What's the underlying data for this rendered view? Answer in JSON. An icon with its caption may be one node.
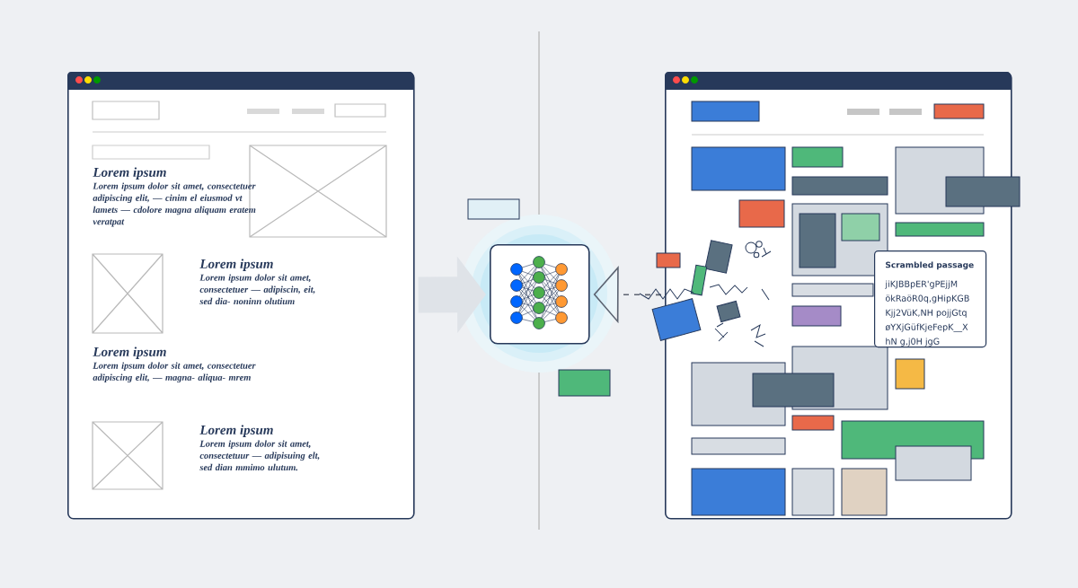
{
  "diagram": {
    "nodes": [
      {
        "text": [
          "Lorem ipsum",
          "Lorem ipsum dolor sit amet, consectetuer adipiscing elit, — cinim el eiusmod vt lamets — cdolore magna aliquam eratem veratpat",
          "Lorem ipsum",
          "Lorem ipsum dolor sit amet, consectetuer — adipiscin, eit, sed dia- noninn olutium",
          "Lorem ipsum",
          "Lorem ipsum dolor sit amet, consectetuer adipiscing elit, — magna- aliqua- mrem",
          "Lorem ipsum",
          "Lorem ipsum dolor sit amet, consectetuur — adipisuing elt, sed dian mmimo ulutum."
        ]
      },
      {
        "text": [],
        "shape": "box"
      },
      {
        "text": [],
        "shape": "box"
      },
      {
        "text": [
          "Scrambled passage",
          "jiKJBBpER'gPEjjM",
          "ökRaöR0q,gHipKGB",
          "Kjj2VüK,NH pojjGtq",
          "øYXjGüfKjeFepK__X",
          "hN g,j0H jgG"
        ],
        "in": 2
      }
    ],
    "edges": [
      {
        "from": 0,
        "to": 1,
        "arrow": "to",
        "color": "#dfe3e8",
        "style": "thick"
      },
      {
        "from": 2,
        "to": 1,
        "arrow": "to",
        "style": "dashed",
        "color": "#5c6371"
      }
    ]
  }
}
